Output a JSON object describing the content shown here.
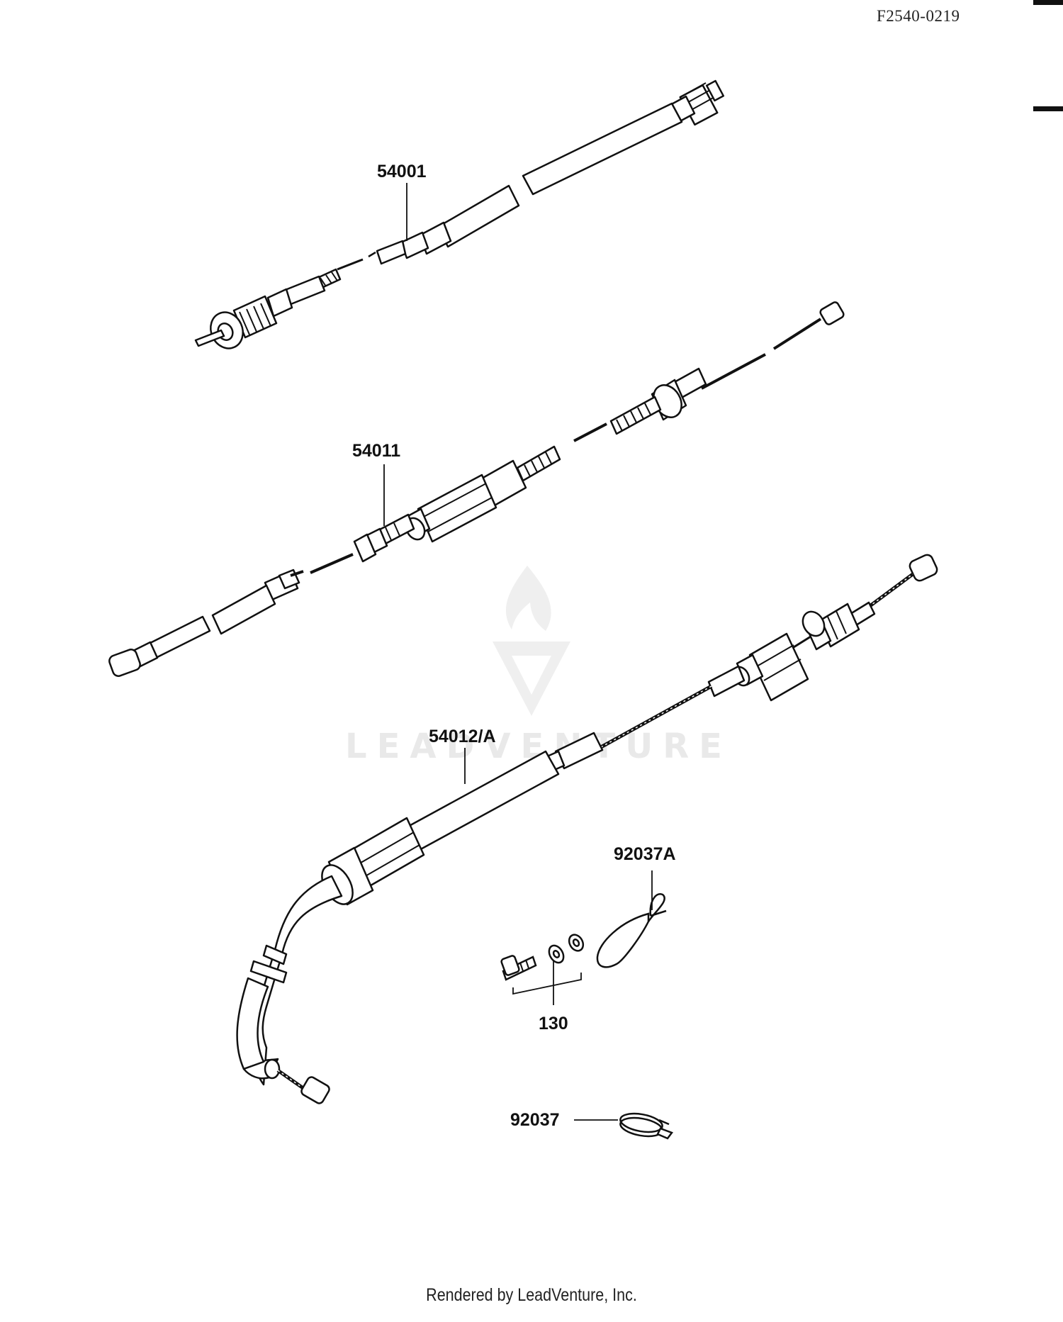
{
  "diagram": {
    "reference_code": "F2540-0219",
    "footer": "Rendered by LeadVenture, Inc.",
    "watermark": "LEADVENTURE",
    "callouts": [
      {
        "id": "54001",
        "label": "54001"
      },
      {
        "id": "54011",
        "label": "54011"
      },
      {
        "id": "54012A",
        "label": "54012/A"
      },
      {
        "id": "92037A",
        "label": "92037A"
      },
      {
        "id": "130",
        "label": "130"
      },
      {
        "id": "92037",
        "label": "92037"
      }
    ],
    "colors": {
      "line": "#111111",
      "watermark": "#e9e9e9",
      "background": "#ffffff"
    }
  }
}
